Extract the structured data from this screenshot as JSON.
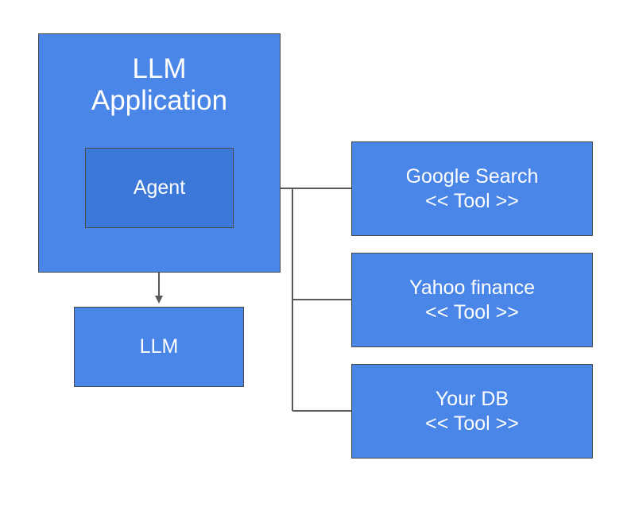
{
  "diagram": {
    "application": {
      "title_line1": "LLM",
      "title_line2": "Application",
      "agent_label": "Agent"
    },
    "llm_label": "LLM",
    "tools": [
      {
        "name": "Google Search",
        "stereotype": "<< Tool >>"
      },
      {
        "name": "Yahoo finance",
        "stereotype": "<< Tool >>"
      },
      {
        "name": "Your DB",
        "stereotype": "<< Tool >>"
      }
    ],
    "colors": {
      "box_fill": "#4a86e8",
      "agent_fill": "#3c78d8",
      "border": "#4a4a4a",
      "text": "#ffffff",
      "connector": "#595959"
    }
  }
}
